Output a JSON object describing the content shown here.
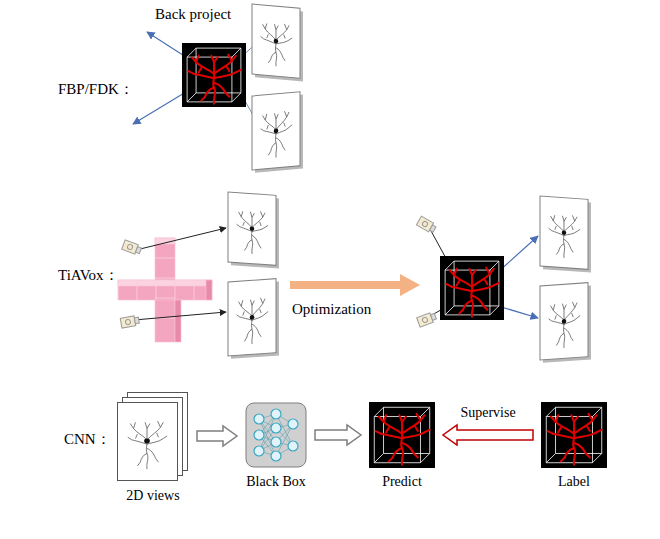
{
  "diagram": {
    "nodes": [
      {
        "text": [
          "2D views"
        ]
      },
      {
        "text": [
          "Black Box"
        ]
      },
      {
        "text": [
          "Predict"
        ]
      },
      {
        "text": [
          "Label"
        ]
      }
    ],
    "edges": [
      {
        "from": 0,
        "to": 1,
        "arrow": "to"
      },
      {
        "from": 1,
        "to": 2,
        "arrow": "to"
      },
      {
        "from": 3,
        "to": 2,
        "label": "Supervise",
        "arrow": "to"
      }
    ],
    "labels": [
      "Back project",
      "FBP/FDK：",
      "TiAVox：",
      "Optimization",
      "CNN："
    ]
  }
}
